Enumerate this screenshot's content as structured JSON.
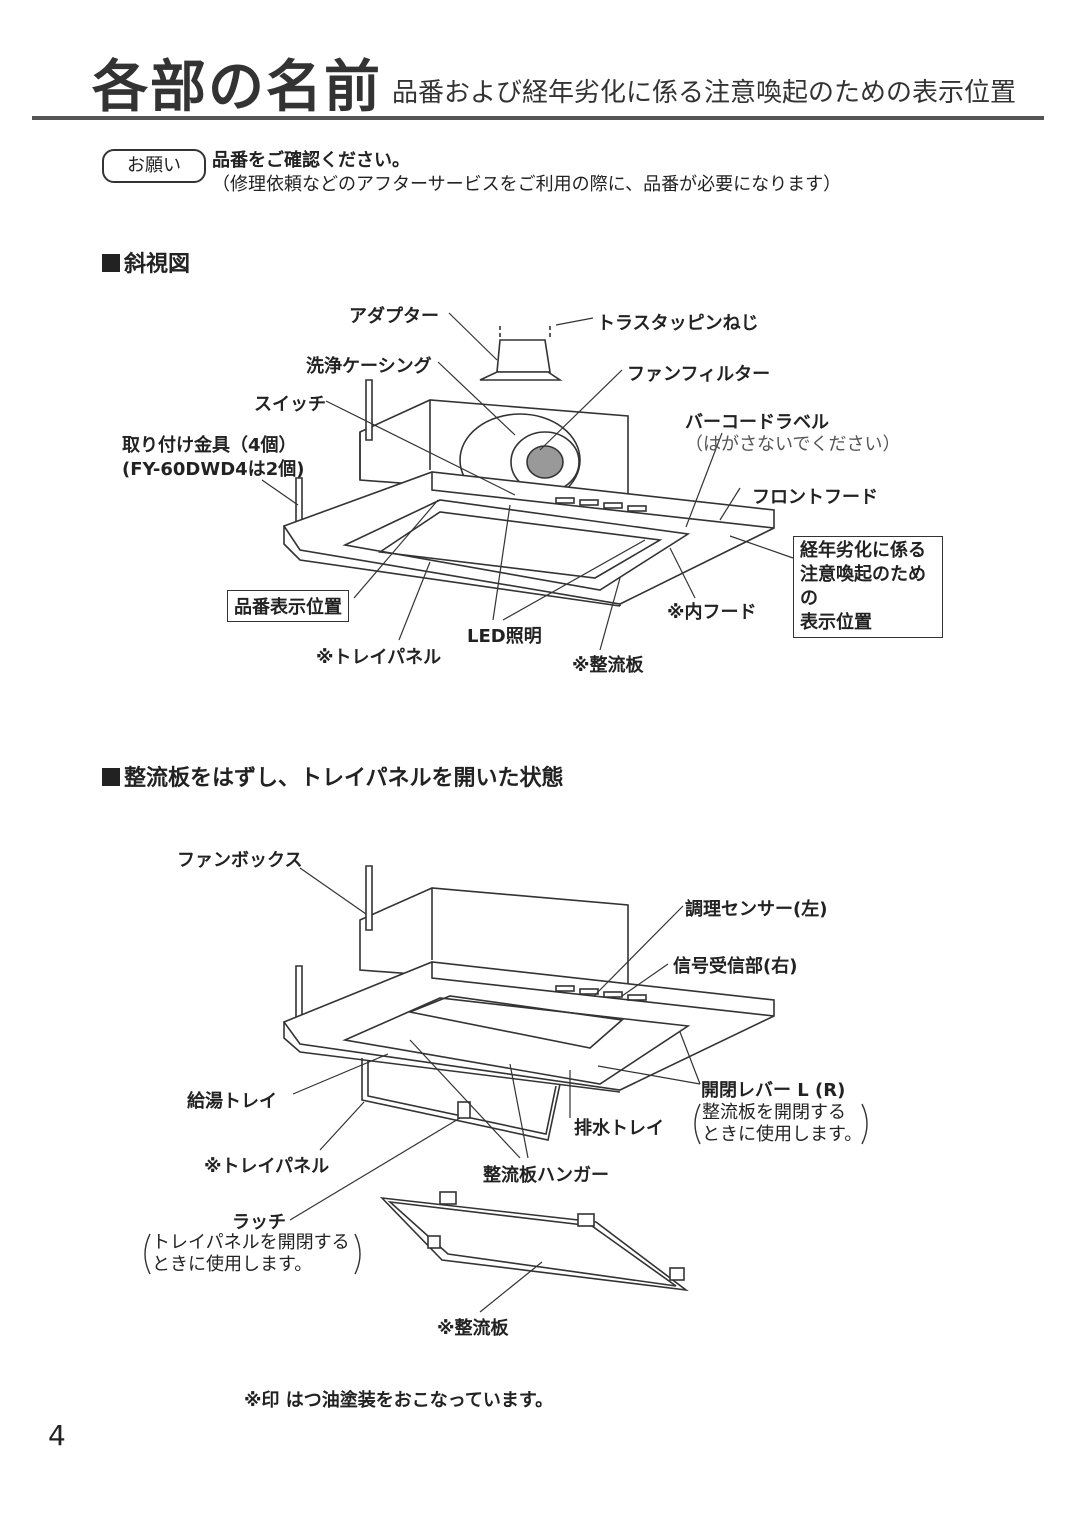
{
  "header": {
    "title": "各部の名前",
    "subtitle": "品番および経年劣化に係る注意喚起のための表示位置"
  },
  "request": {
    "badge": "お願い",
    "title": "品番をご確認ください。",
    "note": "（修理依頼などのアフターサービスをご利用の際に、品番が必要になります）"
  },
  "section1": {
    "heading": "斜視図",
    "labels": {
      "adapter": "アダプター",
      "screw": "トラスタッピンねじ",
      "casing": "洗浄ケーシング",
      "fan_filter": "ファンフィルター",
      "switch": "スイッチ",
      "bracket_1": "取り付け金具（4個）",
      "bracket_2": "(FY-60DWD4は2個)",
      "barcode": "バーコードラベル",
      "barcode_note": "（はがさないでください）",
      "front_hood": "フロントフード",
      "aging_1": "経年劣化に係る",
      "aging_2": "注意喚起のための",
      "aging_3": "表示位置",
      "model_pos": "品番表示位置",
      "inner_hood": "※内フード",
      "led": "LED照明",
      "tray_panel": "※トレイパネル",
      "rectifier": "※整流板"
    }
  },
  "section2": {
    "heading": "整流板をはずし、トレイパネルを開いた状態",
    "labels": {
      "fan_box": "ファンボックス",
      "cook_sensor": "調理センサー(左)",
      "signal_rx": "信号受信部(右)",
      "water_tray": "給湯トレイ",
      "lever": "開閉レバー  L (R)",
      "lever_note_1": "整流板を開閉する",
      "lever_note_2": "ときに使用します。",
      "drain_tray": "排水トレイ",
      "tray_panel": "※トレイパネル",
      "hanger": "整流板ハンガー",
      "latch": "ラッチ",
      "latch_note_1": "トレイパネルを開閉する",
      "latch_note_2": "ときに使用します。",
      "rectifier": "※整流板"
    }
  },
  "footnote": "※印  はつ油塗装をおこなっています。",
  "page_number": "4"
}
